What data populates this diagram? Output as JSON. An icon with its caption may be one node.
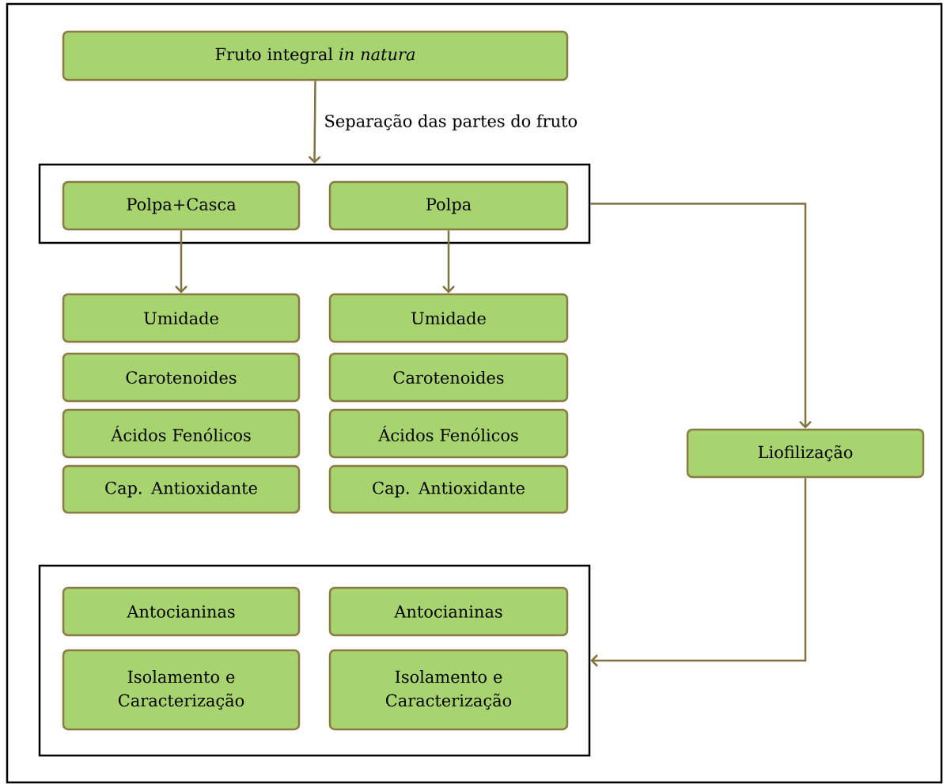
{
  "diagram": {
    "nodes": [
      {
        "text": [
          "Fruto integral *in natura*"
        ]
      },
      {
        "text": [],
        "shape": "box"
      },
      {
        "text": [
          "Polpa+Casca"
        ],
        "in": 1
      },
      {
        "text": [
          "Polpa"
        ],
        "in": 1
      },
      {
        "text": [
          "Umidade"
        ]
      },
      {
        "text": [
          "Umidade"
        ]
      },
      {
        "text": [
          "Carotenoides"
        ]
      },
      {
        "text": [
          "Carotenoides"
        ]
      },
      {
        "text": [
          "Ácidos Fenólicos"
        ]
      },
      {
        "text": [
          "Ácidos Fenólicos"
        ]
      },
      {
        "text": [
          "Cap. Antioxidante"
        ]
      },
      {
        "text": [
          "Cap. Antioxidante"
        ]
      },
      {
        "text": [
          "Liofilização"
        ]
      },
      {
        "text": [],
        "shape": "box"
      },
      {
        "text": [
          "Antocianinas"
        ],
        "in": 13
      },
      {
        "text": [
          "Antocianinas"
        ],
        "in": 13
      },
      {
        "text": [
          "Isolamento e Caracterização"
        ],
        "in": 13
      },
      {
        "text": [
          "Isolamento e Caracterização"
        ],
        "in": 13
      }
    ],
    "edges": [
      {
        "from": 0,
        "to": 1,
        "arrow": "to",
        "label": "Separação das partes do fruto"
      },
      {
        "from": 2,
        "to": 4,
        "arrow": "to"
      },
      {
        "from": 3,
        "to": 5,
        "arrow": "to"
      },
      {
        "from": 1,
        "to": 12,
        "arrow": "to"
      },
      {
        "from": 12,
        "to": 13,
        "arrow": "to"
      }
    ]
  }
}
